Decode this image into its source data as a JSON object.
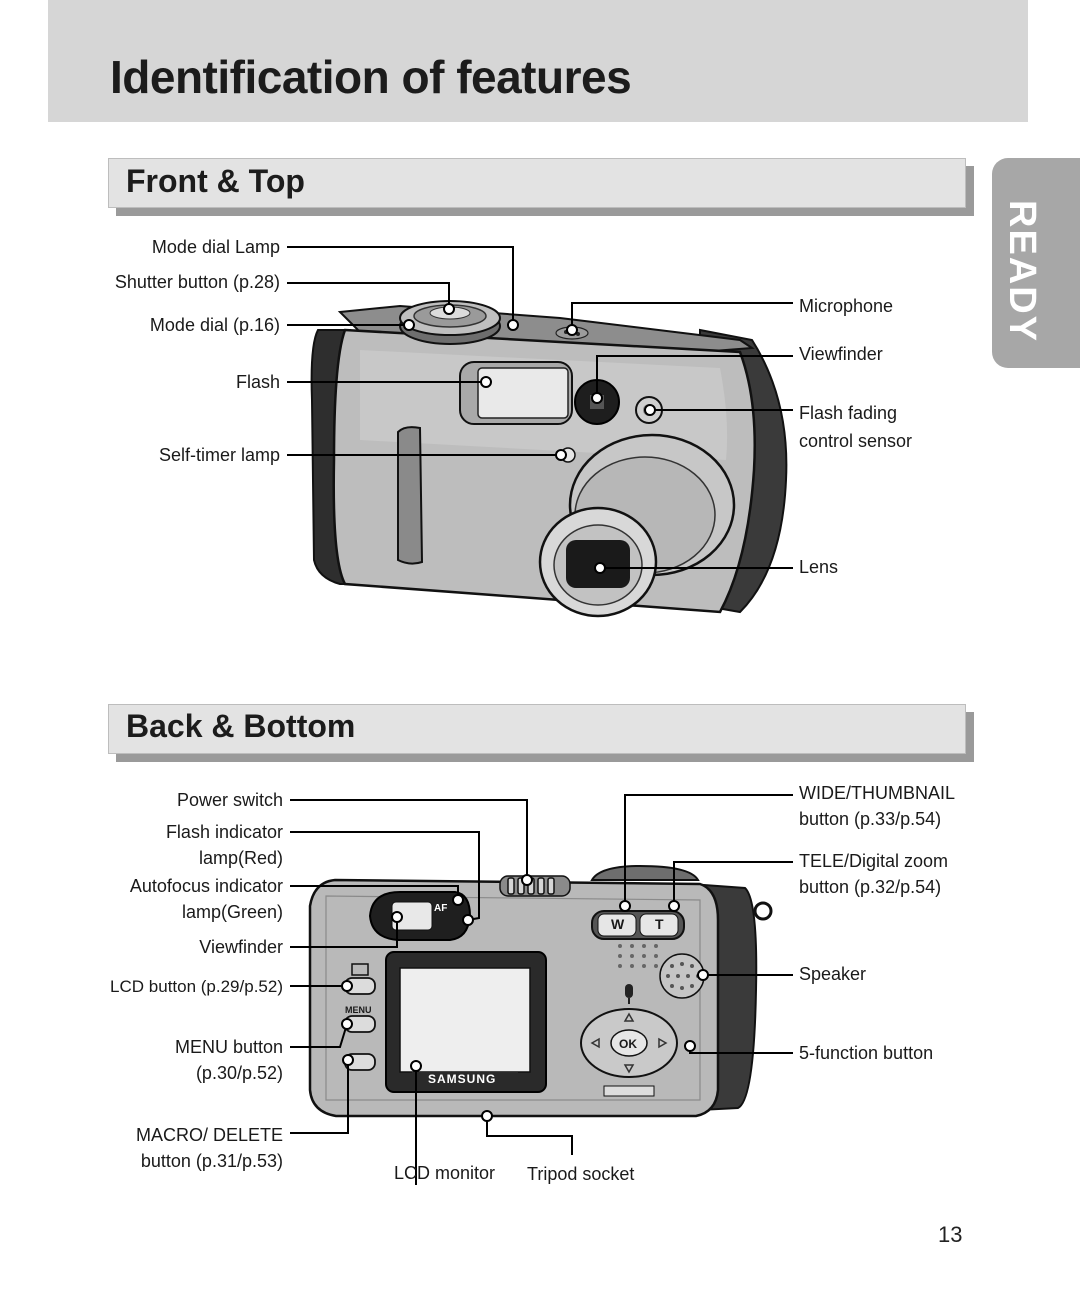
{
  "page": {
    "title": "Identification of features",
    "side_tab": "READY",
    "page_number": "13"
  },
  "front_top": {
    "heading": "Front & Top",
    "labels": {
      "mode_dial_lamp": "Mode dial Lamp",
      "shutter_button": "Shutter button (p.28)",
      "mode_dial": "Mode dial (p.16)",
      "flash": "Flash",
      "self_timer_lamp": "Self-timer lamp",
      "microphone": "Microphone",
      "viewfinder": "Viewfinder",
      "flash_fading_1": "Flash fading",
      "flash_fading_2": "control sensor",
      "lens": "Lens"
    }
  },
  "back_bottom": {
    "heading": "Back & Bottom",
    "camera_brand": "SAMSUNG",
    "button_text": {
      "wide": "W",
      "tele": "T",
      "ok": "OK",
      "af": "AF",
      "menu": "MENU"
    },
    "labels": {
      "power_switch": "Power switch",
      "flash_indicator_1": "Flash indicator",
      "flash_indicator_2": "lamp(Red)",
      "af_indicator_1": "Autofocus indicator",
      "af_indicator_2": "lamp(Green)",
      "viewfinder": "Viewfinder",
      "lcd_button": "LCD button (p.29/p.52)",
      "menu_button_1": "MENU button",
      "menu_button_2": "(p.30/p.52)",
      "macro_delete_1": "MACRO/ DELETE",
      "macro_delete_2": "button (p.31/p.53)",
      "lcd_monitor": "LCD monitor",
      "tripod_socket": "Tripod socket",
      "wide_thumbnail_1": "WIDE/THUMBNAIL",
      "wide_thumbnail_2": "button (p.33/p.54)",
      "tele_zoom_1": "TELE/Digital zoom",
      "tele_zoom_2": "button (p.32/p.54)",
      "speaker": "Speaker",
      "five_function": "5-function button"
    }
  }
}
